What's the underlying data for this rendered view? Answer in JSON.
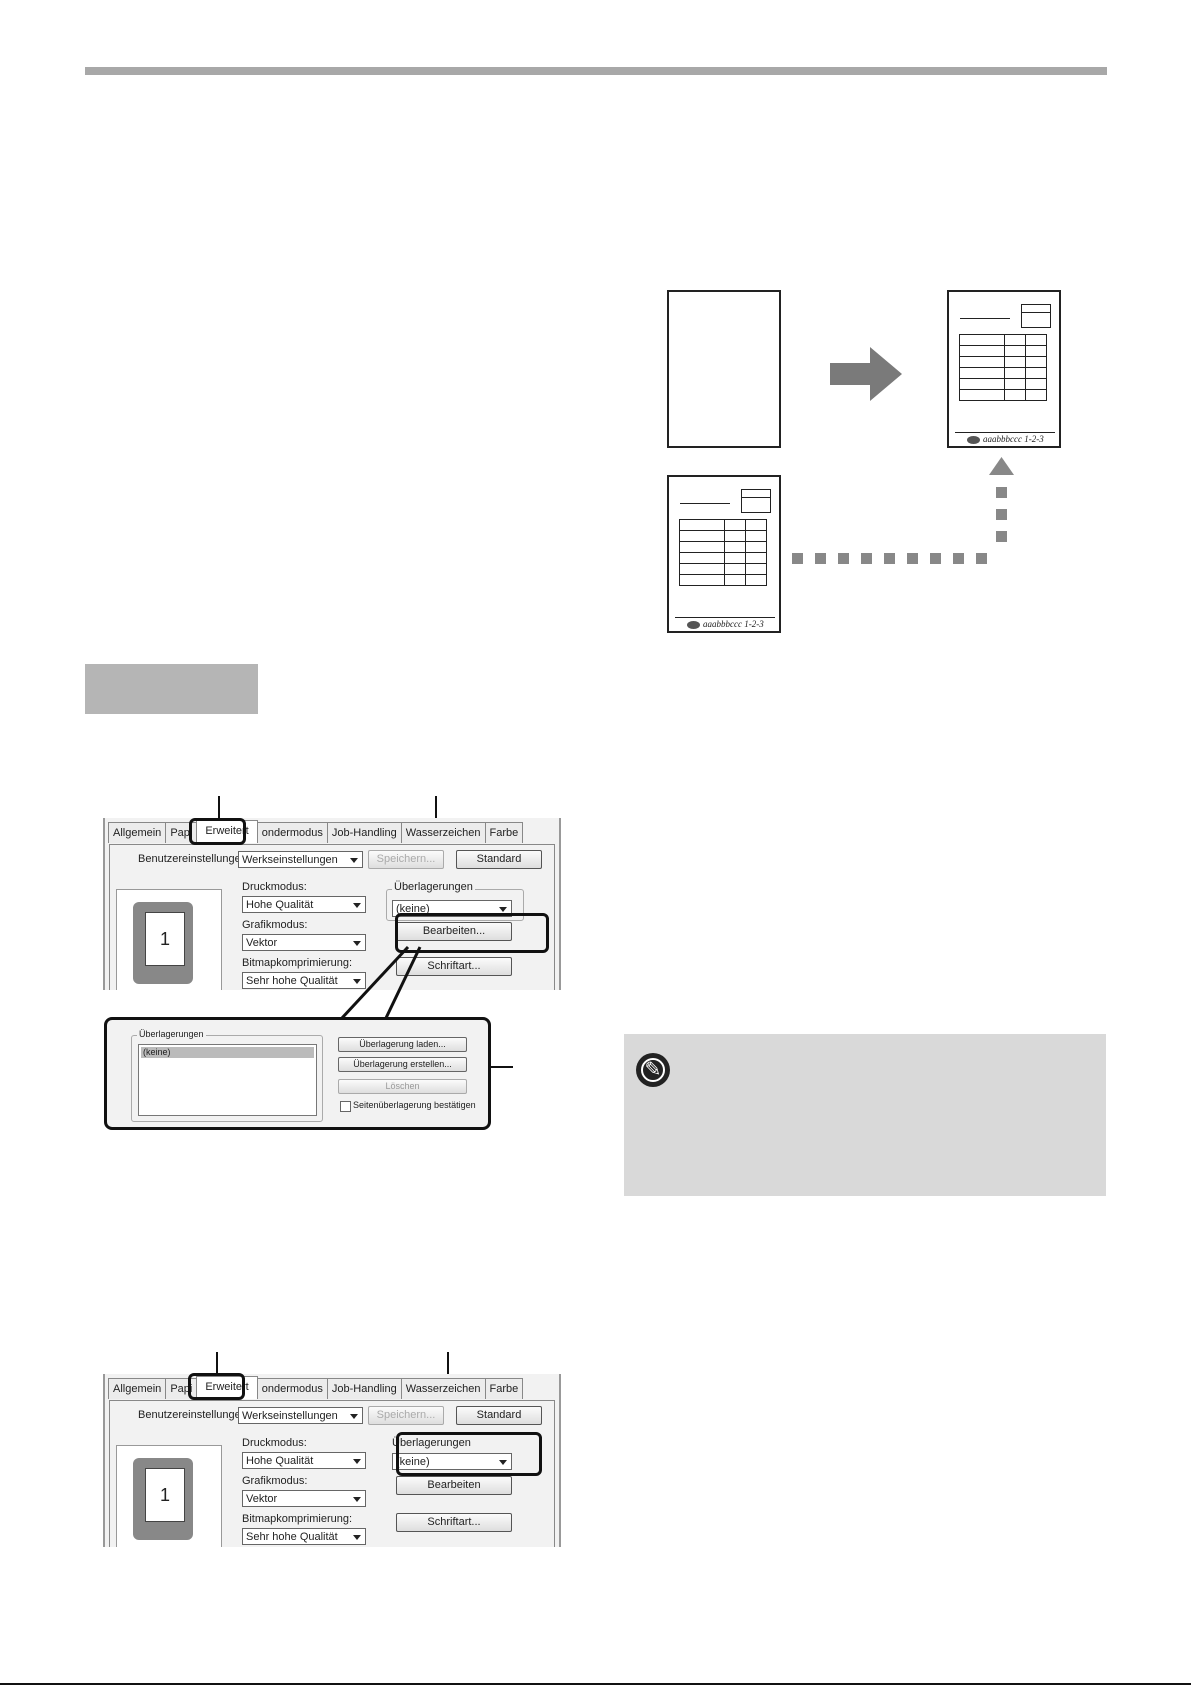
{
  "illustration": {
    "footer_text_1": "aaabbbccc 1-2-3",
    "footer_text_2": "aaabbbccc 1-2-3"
  },
  "dialog1": {
    "tabs": [
      "Allgemein",
      "Papi",
      "Erweitert",
      "ondermodus",
      "Job-Handling",
      "Wasserzeichen",
      "Farbe"
    ],
    "user_settings_label": "Benutzereinstellungen:",
    "user_settings_value": "Werkseinstellungen",
    "save_label": "Speichern...",
    "standard_label": "Standard",
    "print_mode_label": "Druckmodus:",
    "print_mode_value": "Hohe Qualität",
    "graphics_mode_label": "Grafikmodus:",
    "graphics_mode_value": "Vektor",
    "bitmap_label": "Bitmapkomprimierung:",
    "bitmap_value": "Sehr hohe Qualität",
    "overlays_label": "Überlagerungen",
    "overlays_value": "(keine)",
    "edit_label": "Bearbeiten...",
    "font_label": "Schriftart...",
    "preview_number": "1"
  },
  "overlay_dialog": {
    "group_label": "Überlagerungen",
    "list_item": "(keine)",
    "load_label": "Überlagerung laden...",
    "create_label": "Überlagerung erstellen...",
    "delete_label": "Löschen",
    "confirm_label": "Seitenüberlagerung bestätigen"
  },
  "dialog2": {
    "tabs": [
      "Allgemein",
      "Papi",
      "Erweitert",
      "ondermodus",
      "Job-Handling",
      "Wasserzeichen",
      "Farbe"
    ],
    "user_settings_label": "Benutzereinstellungen:",
    "user_settings_value": "Werkseinstellungen",
    "save_label": "Speichern...",
    "standard_label": "Standard",
    "print_mode_label": "Druckmodus:",
    "print_mode_value": "Hohe Qualität",
    "graphics_mode_label": "Grafikmodus:",
    "graphics_mode_value": "Vektor",
    "bitmap_label": "Bitmapkomprimierung:",
    "bitmap_value": "Sehr hohe Qualität",
    "overlays_label": "Überlagerungen",
    "overlays_value": "(keine)",
    "edit_label": "Bearbeiten",
    "font_label": "Schriftart...",
    "preview_number": "1"
  }
}
